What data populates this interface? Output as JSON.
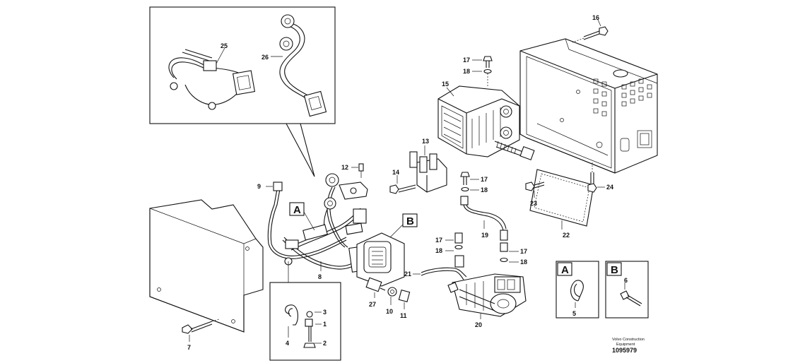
{
  "callouts": {
    "c1": "1",
    "c2": "2",
    "c3": "3",
    "c4": "4",
    "c5": "5",
    "c6": "6",
    "c7": "7",
    "c8": "8",
    "c9": "9",
    "c10": "10",
    "c11": "11",
    "c12": "12",
    "c13": "13",
    "c14": "14",
    "c15": "15",
    "c16": "16",
    "c17a": "17",
    "c17b": "17",
    "c17c": "17",
    "c17d": "17",
    "c18a": "18",
    "c18b": "18",
    "c18c": "18",
    "c18d": "18",
    "c19": "19",
    "c20": "20",
    "c21": "21",
    "c22": "22",
    "c23": "23",
    "c24": "24",
    "c25": "25",
    "c26": "26",
    "c27": "27"
  },
  "detail_tags": {
    "a_main": "A",
    "b_main": "B",
    "a_inset": "A",
    "b_inset": "B"
  },
  "caption": {
    "line1": "Volvo Construction",
    "line2": "Equipment",
    "ref": "1095979"
  }
}
